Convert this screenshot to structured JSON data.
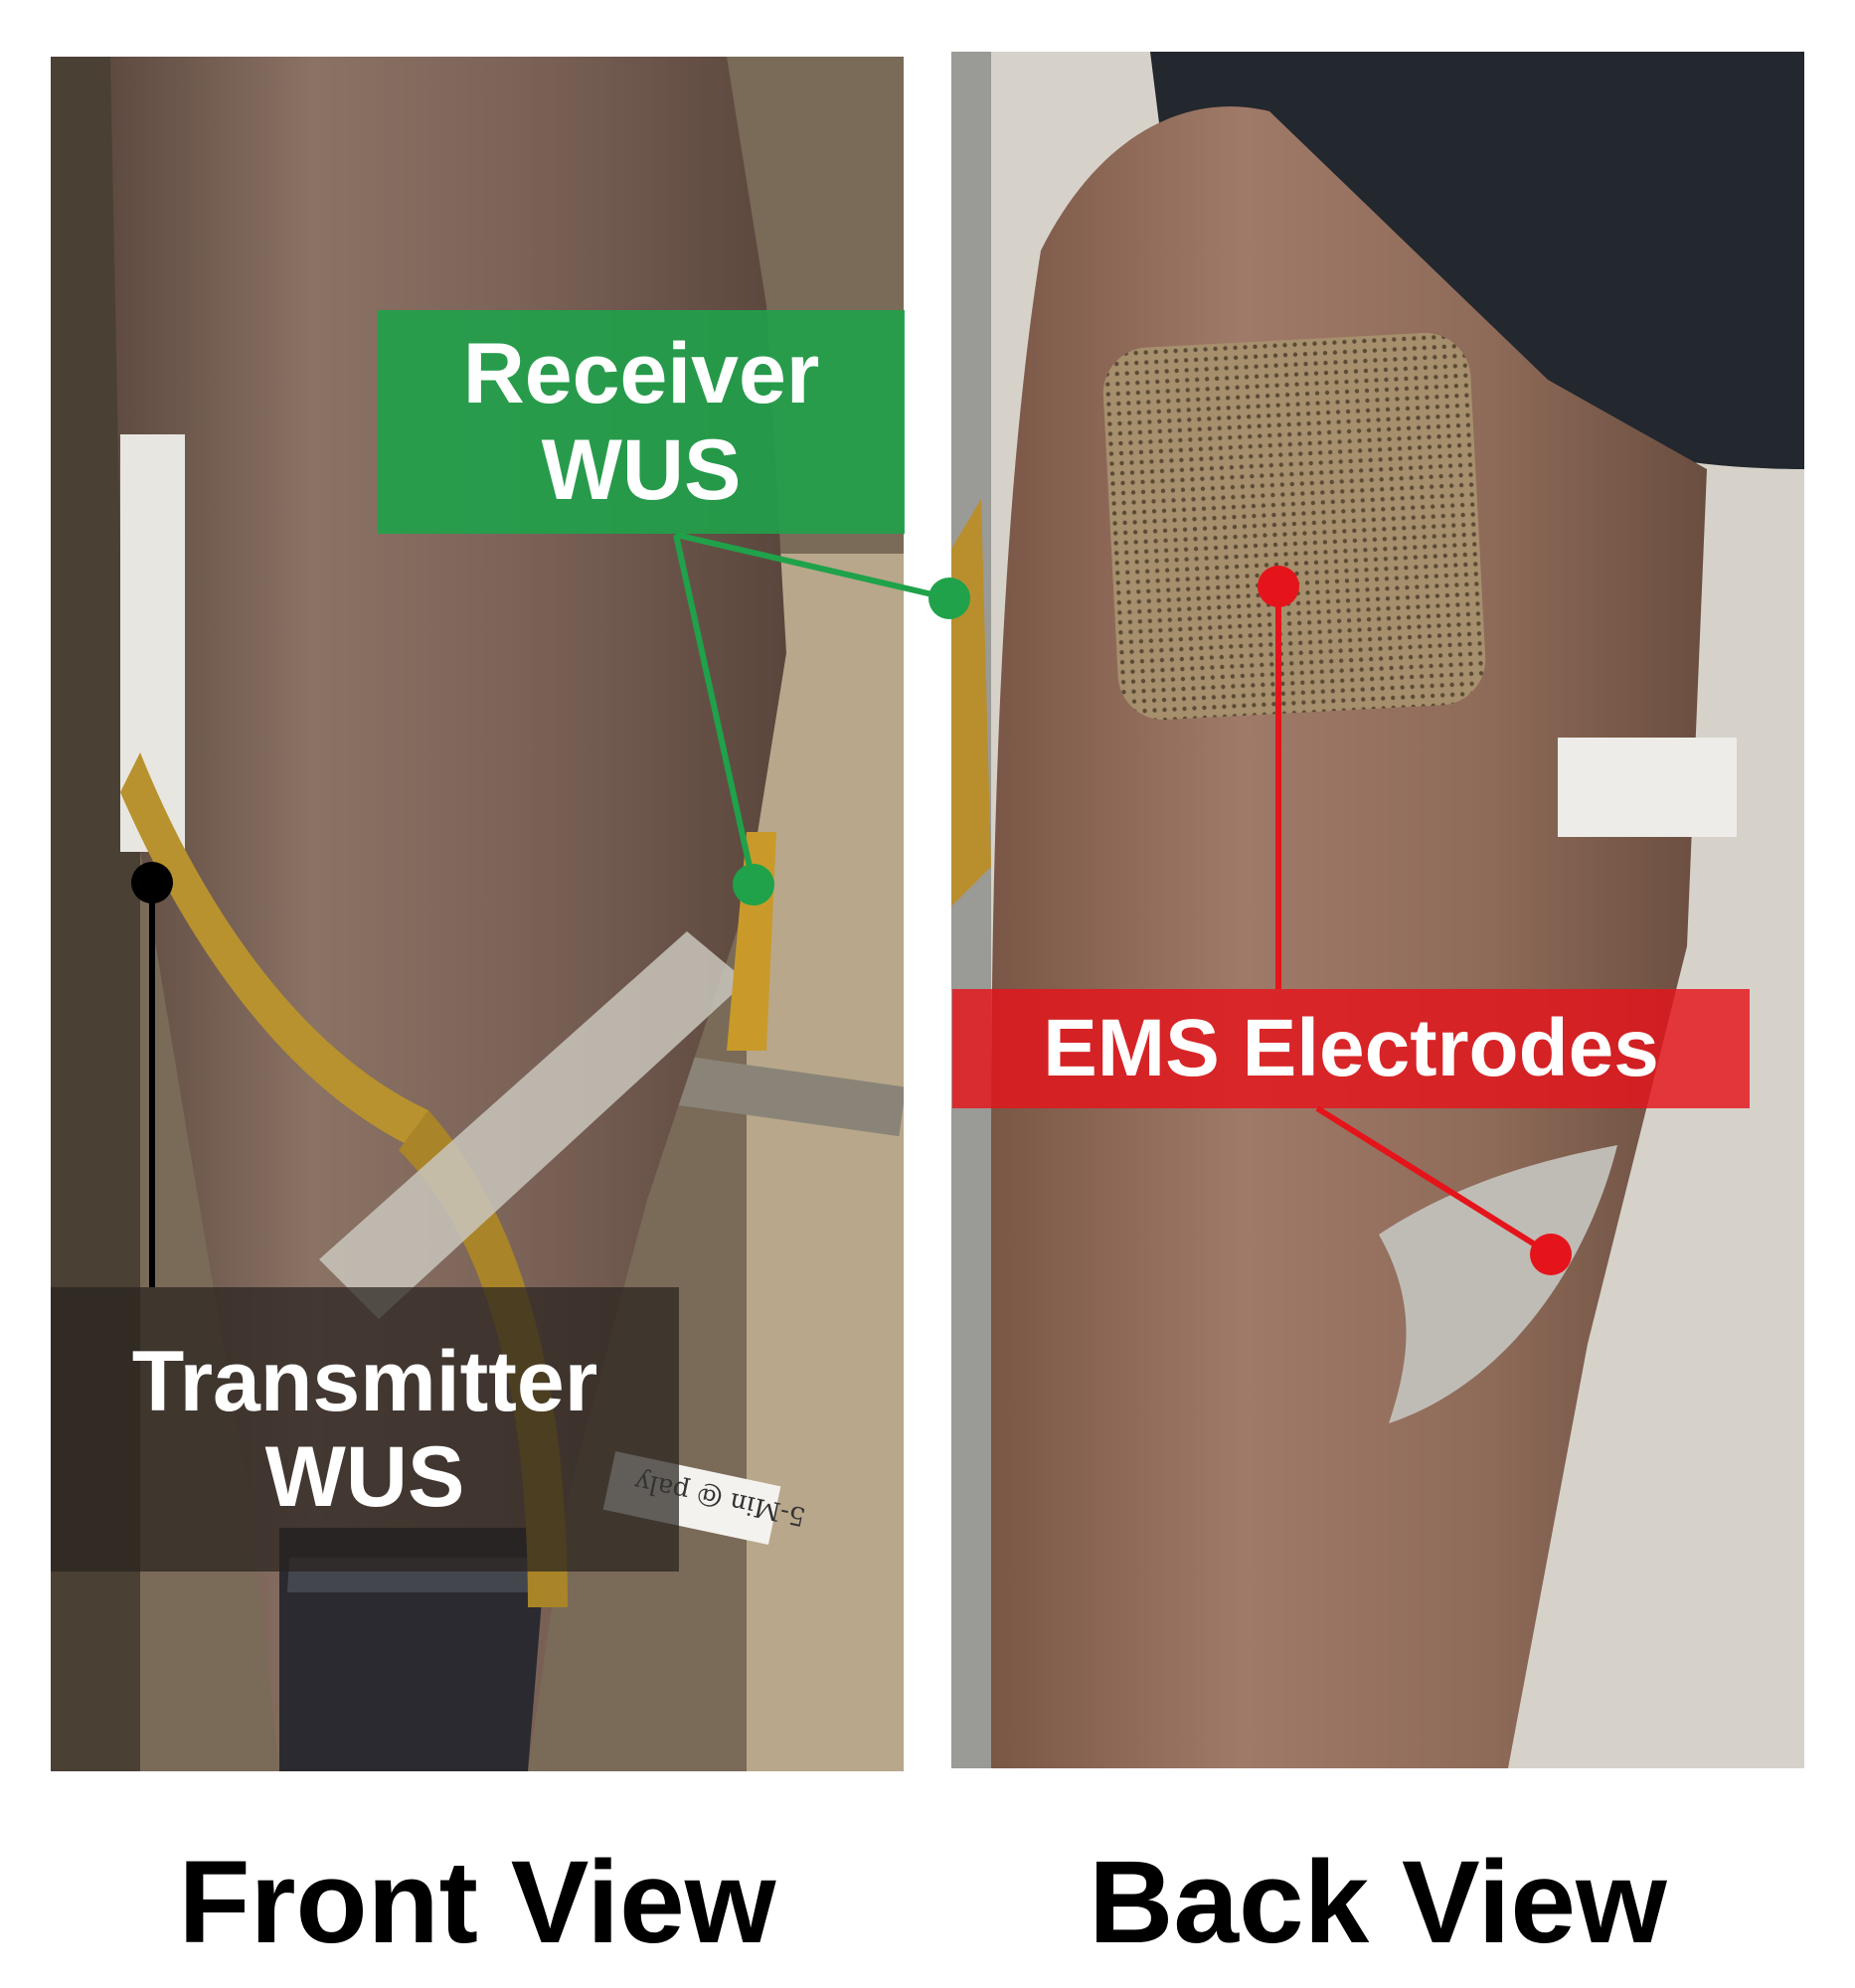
{
  "labels": {
    "receiver": {
      "line1": "Receiver",
      "line2": "WUS",
      "color": "#1fa24a"
    },
    "transmitter": {
      "line1": "Transmitter",
      "line2": "WUS",
      "color": "#000000"
    },
    "ems": {
      "line1": "EMS Electrodes",
      "color": "#e5141b"
    }
  },
  "captions": {
    "front": "Front View",
    "back": "Back View"
  },
  "tape_note": "5-Min @ paly"
}
